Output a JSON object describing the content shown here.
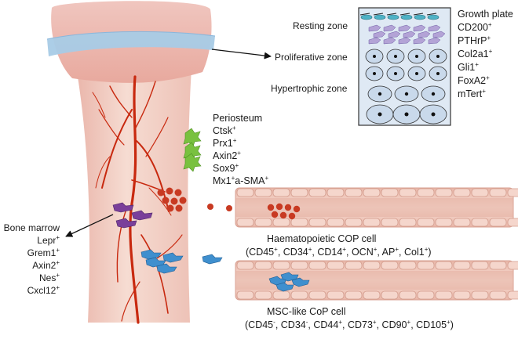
{
  "growth_plate": {
    "zones": [
      {
        "id": "resting",
        "label": "Resting zone"
      },
      {
        "id": "proliferative",
        "label": "Proliferative zone"
      },
      {
        "id": "hypertrophic",
        "label": "Hypertrophic zone"
      }
    ],
    "markers": [
      {
        "text": "Growth plate",
        "sup": ""
      },
      {
        "text": "CD200",
        "sup": "+"
      },
      {
        "text": "PTHrP",
        "sup": "+"
      },
      {
        "text": "Col2a1",
        "sup": "+"
      },
      {
        "text": "Gli1",
        "sup": "+"
      },
      {
        "text": "FoxA2",
        "sup": "+"
      },
      {
        "text": "mTert",
        "sup": "+"
      }
    ]
  },
  "periosteum": {
    "markers": [
      {
        "text": "Periosteum",
        "sup": ""
      },
      {
        "text": "Ctsk",
        "sup": "+"
      },
      {
        "text": "Prx1",
        "sup": "+"
      },
      {
        "text": "Axin2",
        "sup": "+"
      },
      {
        "text": "Sox9",
        "sup": "+"
      },
      {
        "parts": [
          {
            "text": "Mx1",
            "sup": "+"
          },
          {
            "text": "a-SMA",
            "sup": "+"
          }
        ]
      }
    ]
  },
  "bone_marrow": {
    "markers": [
      {
        "text": "Bone marrow",
        "sup": ""
      },
      {
        "text": "Lepr",
        "sup": "+"
      },
      {
        "text": "Grem1",
        "sup": "+"
      },
      {
        "text": "Axin2",
        "sup": "+"
      },
      {
        "text": "Nes",
        "sup": "+"
      },
      {
        "text": "Cxcl12",
        "sup": "+"
      }
    ]
  },
  "haematopoietic": {
    "title": "Haematopoietic COP cell",
    "markers": [
      {
        "text": "CD45",
        "sup": "+"
      },
      {
        "text": "CD34",
        "sup": "+"
      },
      {
        "text": "CD14",
        "sup": "+"
      },
      {
        "text": "OCN",
        "sup": "+"
      },
      {
        "text": "AP",
        "sup": "+"
      },
      {
        "text": "Col1",
        "sup": "+"
      }
    ]
  },
  "msc": {
    "title": "MSC-like CoP cell",
    "markers": [
      {
        "text": "CD45",
        "sup": "-"
      },
      {
        "text": "CD34",
        "sup": "-"
      },
      {
        "text": "CD44",
        "sup": "+"
      },
      {
        "text": "CD73",
        "sup": "+"
      },
      {
        "text": "CD90",
        "sup": "+"
      },
      {
        "text": "CD105",
        "sup": "+"
      }
    ]
  },
  "colors": {
    "bone_top": "#f2c4bc",
    "bone_shaft": "#f3d3c8",
    "growth_plate_band": "#a8cbe6",
    "vessel": "#c8290f",
    "rbc": "#c83a22",
    "periosteal_cell": "#79c13f",
    "marrow_cell": "#7a3f9a",
    "msc_cell": "#3f8fce",
    "inset_bg": "#dfe9f4",
    "inset_border": "#333333"
  }
}
